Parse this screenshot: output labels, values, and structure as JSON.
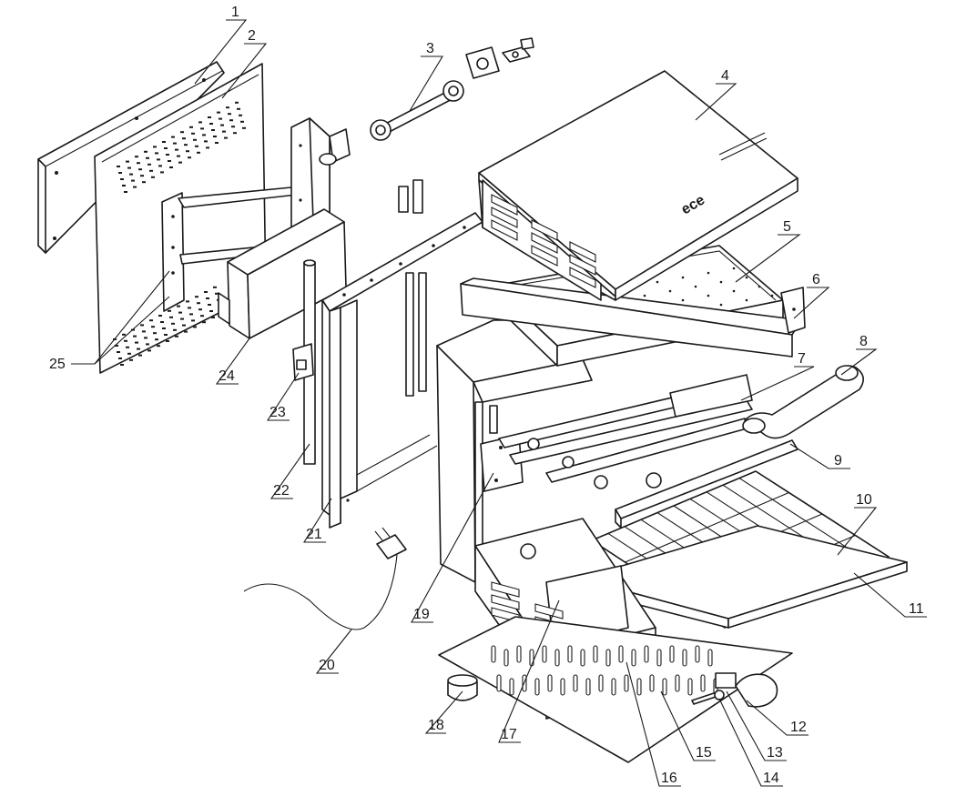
{
  "diagram": {
    "type": "exploded-assembly",
    "brand_mark": "ece",
    "callouts": [
      {
        "id": "1",
        "label": "1"
      },
      {
        "id": "2",
        "label": "2"
      },
      {
        "id": "3",
        "label": "3"
      },
      {
        "id": "4",
        "label": "4"
      },
      {
        "id": "5",
        "label": "5"
      },
      {
        "id": "6",
        "label": "6"
      },
      {
        "id": "7",
        "label": "7"
      },
      {
        "id": "8",
        "label": "8"
      },
      {
        "id": "9",
        "label": "9"
      },
      {
        "id": "10",
        "label": "10"
      },
      {
        "id": "11",
        "label": "11"
      },
      {
        "id": "12",
        "label": "12"
      },
      {
        "id": "13",
        "label": "13"
      },
      {
        "id": "14",
        "label": "14"
      },
      {
        "id": "15",
        "label": "15"
      },
      {
        "id": "16",
        "label": "16"
      },
      {
        "id": "17",
        "label": "17"
      },
      {
        "id": "18",
        "label": "18"
      },
      {
        "id": "19",
        "label": "19"
      },
      {
        "id": "20",
        "label": "20"
      },
      {
        "id": "21",
        "label": "21"
      },
      {
        "id": "22",
        "label": "22"
      },
      {
        "id": "23",
        "label": "23"
      },
      {
        "id": "24",
        "label": "24"
      },
      {
        "id": "25",
        "label": "25"
      }
    ]
  }
}
